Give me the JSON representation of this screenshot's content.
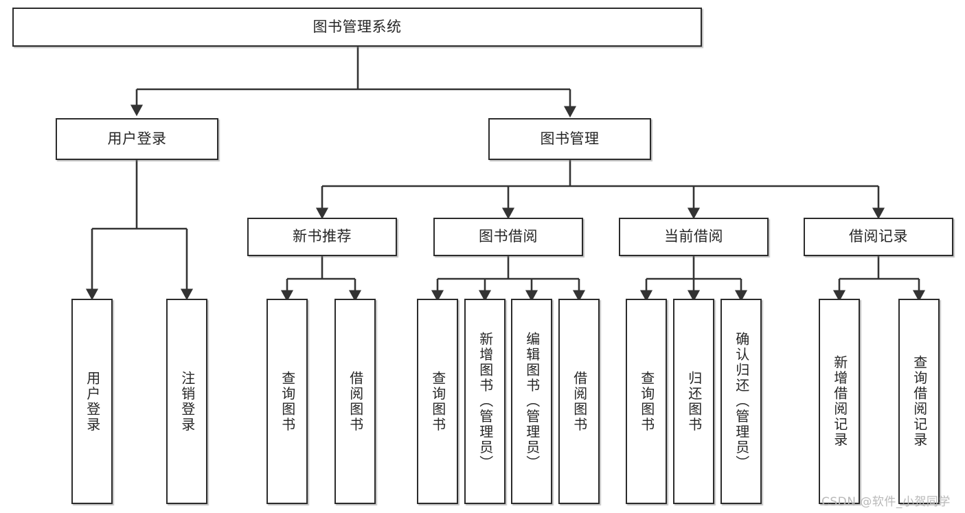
{
  "diagram": {
    "type": "tree",
    "title": "图书管理系统",
    "watermark": "CSDN @软件_小贺同学",
    "colors": {
      "background": "#ffffff",
      "box_border": "#2b2b2b",
      "box_fill": "#ffffff",
      "text": "#262626",
      "connector": "#333333",
      "watermark": "#b9b9b9"
    },
    "nodes": {
      "root": {
        "label": "图书管理系统",
        "level": 1,
        "orientation": "horizontal"
      },
      "user_login": {
        "label": "用户登录",
        "level": 2,
        "orientation": "horizontal"
      },
      "book_manage": {
        "label": "图书管理",
        "level": 2,
        "orientation": "horizontal"
      },
      "new_book_rec": {
        "label": "新书推荐",
        "level": 3,
        "orientation": "horizontal"
      },
      "book_borrow": {
        "label": "图书借阅",
        "level": 3,
        "orientation": "horizontal"
      },
      "current_borrow": {
        "label": "当前借阅",
        "level": 3,
        "orientation": "horizontal"
      },
      "borrow_record": {
        "label": "借阅记录",
        "level": 3,
        "orientation": "horizontal"
      },
      "leaf_user_login": {
        "label": "用户登录",
        "level": 4,
        "orientation": "vertical"
      },
      "leaf_logout": {
        "label": "注销登录",
        "level": 4,
        "orientation": "vertical"
      },
      "leaf_query_book_1": {
        "label": "查询图书",
        "level": 4,
        "orientation": "vertical"
      },
      "leaf_borrow_book_1": {
        "label": "借阅图书",
        "level": 4,
        "orientation": "vertical"
      },
      "leaf_query_book_2": {
        "label": "查询图书",
        "level": 4,
        "orientation": "vertical"
      },
      "leaf_add_book": {
        "label": "新增图书（管理员）",
        "level": 4,
        "orientation": "vertical"
      },
      "leaf_edit_book": {
        "label": "编辑图书（管理员）",
        "level": 4,
        "orientation": "vertical"
      },
      "leaf_borrow_book_2": {
        "label": "借阅图书",
        "level": 4,
        "orientation": "vertical"
      },
      "leaf_query_book_3": {
        "label": "查询图书",
        "level": 4,
        "orientation": "vertical"
      },
      "leaf_return_book": {
        "label": "归还图书",
        "level": 4,
        "orientation": "vertical"
      },
      "leaf_confirm_return": {
        "label": "确认归还（管理员）",
        "level": 4,
        "orientation": "vertical"
      },
      "leaf_add_record": {
        "label": "新增借阅记录",
        "level": 4,
        "orientation": "vertical"
      },
      "leaf_query_record": {
        "label": "查询借阅记录",
        "level": 4,
        "orientation": "vertical"
      }
    },
    "edges": [
      {
        "from": "root",
        "to": "user_login"
      },
      {
        "from": "root",
        "to": "book_manage"
      },
      {
        "from": "user_login",
        "to": "leaf_user_login"
      },
      {
        "from": "user_login",
        "to": "leaf_logout"
      },
      {
        "from": "book_manage",
        "to": "new_book_rec"
      },
      {
        "from": "book_manage",
        "to": "book_borrow"
      },
      {
        "from": "book_manage",
        "to": "current_borrow"
      },
      {
        "from": "book_manage",
        "to": "borrow_record"
      },
      {
        "from": "new_book_rec",
        "to": "leaf_query_book_1"
      },
      {
        "from": "new_book_rec",
        "to": "leaf_borrow_book_1"
      },
      {
        "from": "book_borrow",
        "to": "leaf_query_book_2"
      },
      {
        "from": "book_borrow",
        "to": "leaf_add_book"
      },
      {
        "from": "book_borrow",
        "to": "leaf_edit_book"
      },
      {
        "from": "book_borrow",
        "to": "leaf_borrow_book_2"
      },
      {
        "from": "current_borrow",
        "to": "leaf_query_book_3"
      },
      {
        "from": "current_borrow",
        "to": "leaf_return_book"
      },
      {
        "from": "current_borrow",
        "to": "leaf_confirm_return"
      },
      {
        "from": "borrow_record",
        "to": "leaf_add_record"
      },
      {
        "from": "borrow_record",
        "to": "leaf_query_record"
      }
    ]
  }
}
